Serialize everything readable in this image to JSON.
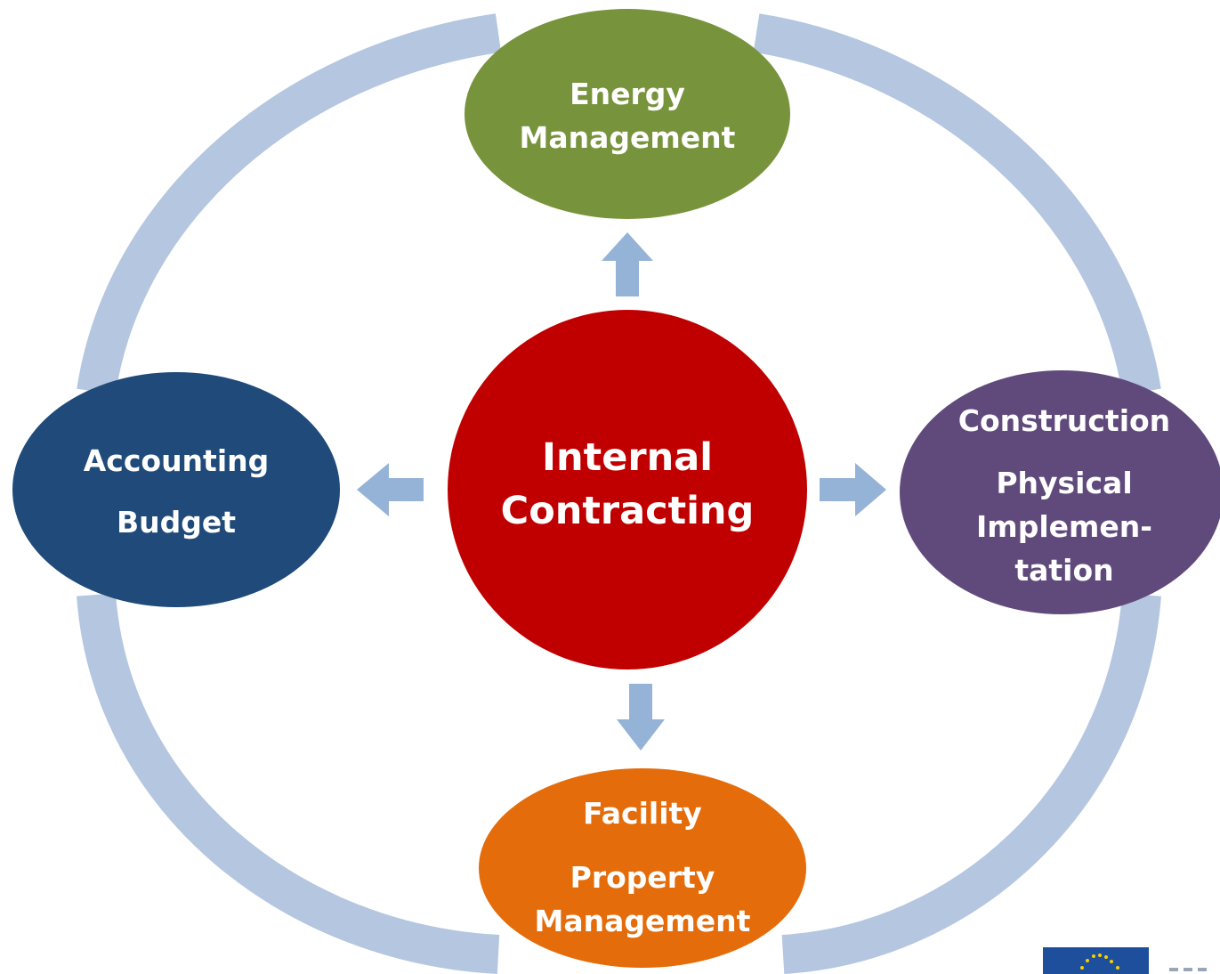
{
  "colors": {
    "ring": "#b4c6e0",
    "arrow": "#95b3d7",
    "center": "#c00000",
    "energy": "#77933c",
    "accounting": "#1f4a7a",
    "construction": "#604a7b",
    "facility": "#e46c0a",
    "text": "#ffffff"
  },
  "center": {
    "line1": "Internal",
    "line2": "Contracting"
  },
  "energy": {
    "line1": "Energy",
    "line2": "Management"
  },
  "accounting": {
    "line1": "Accounting",
    "line2": "Budget"
  },
  "construction": {
    "line1": "Construction",
    "line2": "Physical",
    "line3": "Implemen-",
    "line4": "tation"
  },
  "facility": {
    "line1": "Facility",
    "line2": "Property",
    "line3": "Management"
  },
  "logo": {
    "icon": "eu-flag-icon"
  }
}
